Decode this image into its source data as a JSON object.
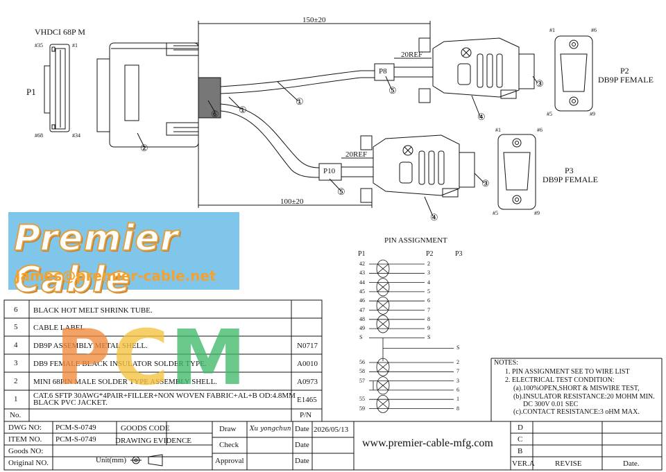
{
  "drawing": {
    "p1_title": "VHDCI 68P M",
    "p1_label": "P1",
    "p1_pins": {
      "tl": "#35",
      "tr": "#1",
      "bl": "#68",
      "br": "#34"
    },
    "dim_top": "150±20",
    "dim_bottom": "100±20",
    "ref_top": "20REF",
    "ref_bottom": "20REF",
    "p8": "P8",
    "p10": "P10",
    "p2_title": "P2",
    "p2_sub": "DB9P FEMALE",
    "p3_title": "P3",
    "p3_sub": "DB9P FEMALE",
    "db_pins": {
      "tl": "#1",
      "tr": "#6",
      "bl": "#5",
      "br": "#9"
    },
    "callouts": [
      "①",
      "②",
      "③",
      "④",
      "⑤",
      "⑥"
    ]
  },
  "logo": {
    "brand": "Premier Cable",
    "email": "James@premier-cable.net",
    "watermark": [
      "P",
      "C",
      "M"
    ]
  },
  "pin_assignment": {
    "title": "PIN   ASSIGNMENT",
    "headers": [
      "P1",
      "P2",
      "P3"
    ],
    "p2_rows": [
      {
        "p1": "42",
        "p2": "2"
      },
      {
        "p1": "43",
        "p2": "3"
      },
      {
        "p1": "44",
        "p2": "4"
      },
      {
        "p1": "45",
        "p2": "5"
      },
      {
        "p1": "46",
        "p2": "6"
      },
      {
        "p1": "47",
        "p2": "7"
      },
      {
        "p1": "48",
        "p2": "8"
      },
      {
        "p1": "49",
        "p2": "9"
      },
      {
        "p1": "S",
        "p2": "S"
      }
    ],
    "p3_shield": "S",
    "p3_rows": [
      {
        "p1": "56",
        "p3": "2"
      },
      {
        "p1": "58",
        "p3": "7"
      },
      {
        "p1": "57",
        "p3": "3"
      },
      {
        "p1": "",
        "p3": "6"
      },
      {
        "p1": "55",
        "p3": "1"
      },
      {
        "p1": "59",
        "p3": "8"
      }
    ]
  },
  "notes": {
    "title": "NOTES:",
    "lines": [
      "1.  PIN ASSIGNMENT SEE TO WIRE LIST",
      "2.  ELECTRICAL TEST CONDITION:",
      "(a).100%OPEN,SHORT & MISWIRE TEST,",
      "(b).INSULATOR RESISTANCE:20 MOHM MIN.",
      "DC 300V 0.01 SEC",
      "(c).CONTACT RESISTANCE:3 oHM MAX."
    ]
  },
  "bom": {
    "rows": [
      {
        "no": "6",
        "desc": "BLACK HOT MELT SHRINK TUBE.",
        "pn": ""
      },
      {
        "no": "5",
        "desc": "CABLE LABEL",
        "pn": ""
      },
      {
        "no": "4",
        "desc": "DB9P ASSEMBLY METAL SHELL.",
        "pn": "N0717"
      },
      {
        "no": "3",
        "desc": "DB9 FEMALE BLACK INSULATOR SOLDER TYPE.",
        "pn": "A0010"
      },
      {
        "no": "2",
        "desc": "MINI 68PIN MALE SOLDER TYPE ASSEMBLY SHELL.",
        "pn": "A0973"
      },
      {
        "no": "1",
        "desc": "CAT.6 SFTP 30AWG*4PAIR+FILLER+NON WOVEN FABRIC+AL+B OD:4.8MM",
        "desc2": "BLACK PVC JACKET.",
        "pn": "E1465"
      }
    ],
    "header_no": "No.",
    "header_pn": "P/N"
  },
  "title_block": {
    "dwg_label": "DWG NO:",
    "dwg_value": "PCM-S-0749",
    "item_label": "ITEM NO.",
    "item_value": "PCM-S-0749",
    "goods_label": "Goods NO:",
    "orig_label": "Original NO.",
    "goods_code": "GOODS CODE",
    "drawing_evidence": "DRAWING EVIDENCE",
    "unit": "Unit(mm)",
    "draw": "Draw",
    "drawer": "Xu yongchun",
    "check": "Check",
    "approval": "Approval",
    "date": "Date",
    "date_value": "2026/05/13",
    "website": "www.premier-cable-mfg.com",
    "revs": [
      "D",
      "C",
      "B"
    ],
    "ver": "VER.A",
    "revise": "REVISE",
    "rev_date": "Date."
  }
}
